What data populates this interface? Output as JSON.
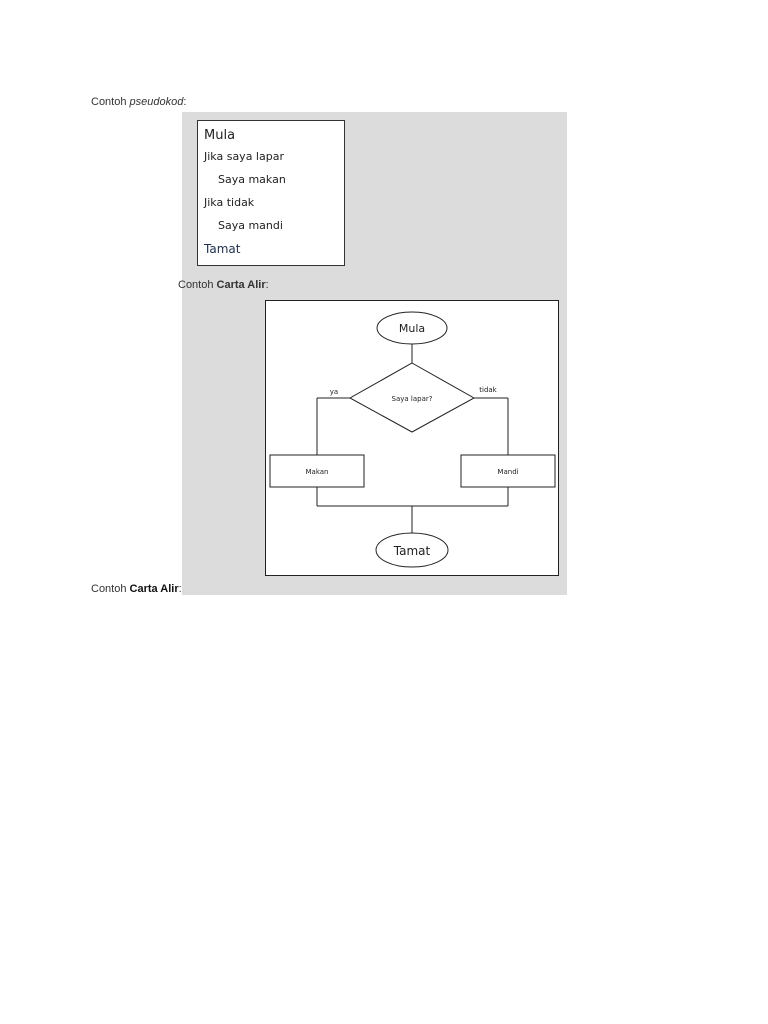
{
  "captions": {
    "pseudocode_prefix": "Contoh ",
    "pseudocode_term": "pseudokod",
    "pseudocode_suffix": ":",
    "inner_prefix": "Contoh ",
    "inner_term": "Carta Alir",
    "inner_suffix": ":",
    "flowchart_prefix": "Contoh ",
    "flowchart_term": "Carta Alir",
    "flowchart_suffix": ":"
  },
  "pseudocode": {
    "lines": [
      "Mula",
      "Jika saya lapar",
      "Saya makan",
      "Jika tidak",
      "Saya mandi",
      "Tamat"
    ]
  },
  "flowchart": {
    "start_label": "Mula",
    "decision_label": "Saya lapar?",
    "yes_label": "ya",
    "no_label": "tidak",
    "left_process_label": "Makan",
    "right_process_label": "Mandi",
    "end_label": "Tamat"
  }
}
